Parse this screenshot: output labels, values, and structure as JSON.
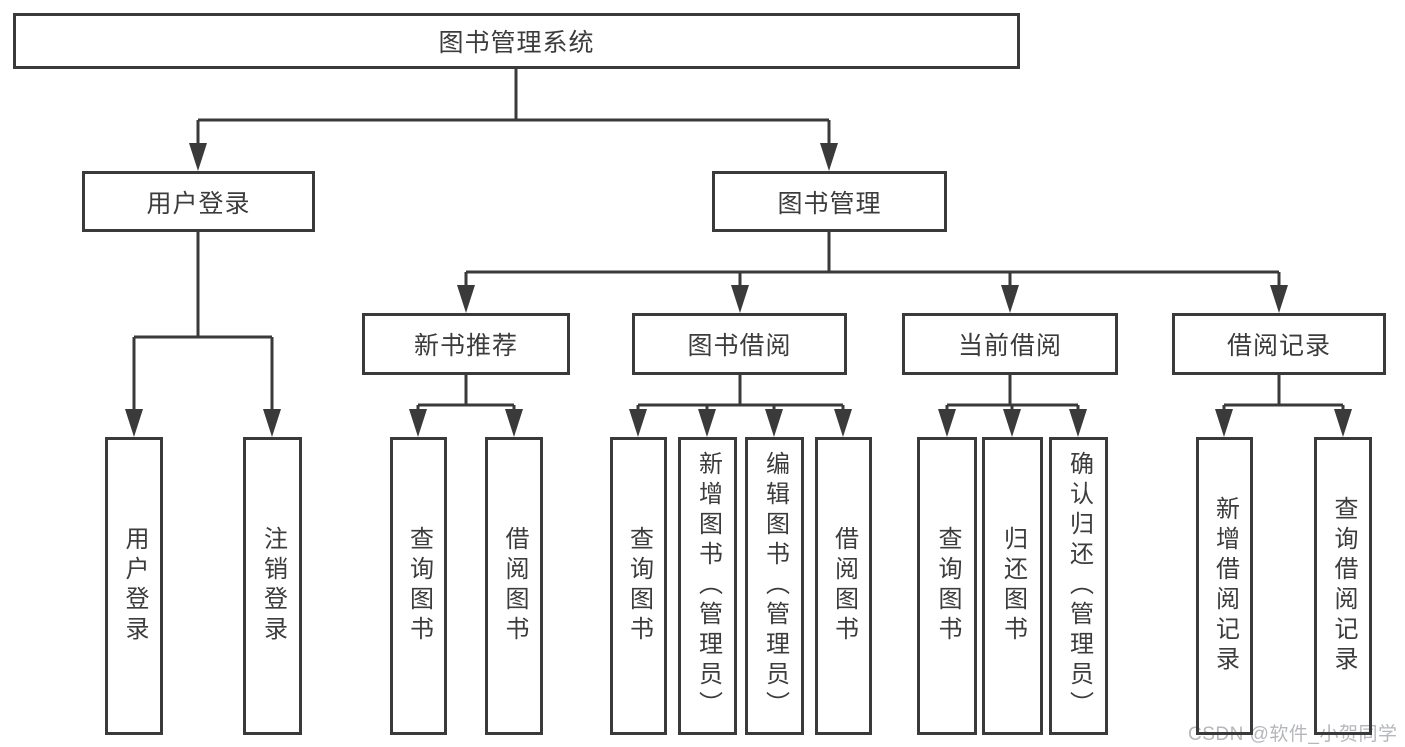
{
  "colors": {
    "line": "#3a3a3a",
    "text": "#3c3c3c",
    "watermark": "#b4b7bc",
    "background": "#ffffff"
  },
  "watermark": {
    "text": "CSDN @软件_小贺同学"
  },
  "tree": {
    "label": "图书管理系统",
    "children": [
      {
        "label": "用户登录",
        "children": [
          {
            "label": "用户登录"
          },
          {
            "label": "注销登录"
          }
        ]
      },
      {
        "label": "图书管理",
        "children": [
          {
            "label": "新书推荐",
            "children": [
              {
                "label": "查询图书"
              },
              {
                "label": "借阅图书"
              }
            ]
          },
          {
            "label": "图书借阅",
            "children": [
              {
                "label": "查询图书"
              },
              {
                "label": "新增图书（管理员）"
              },
              {
                "label": "编辑图书（管理员）"
              },
              {
                "label": "借阅图书"
              }
            ]
          },
          {
            "label": "当前借阅",
            "children": [
              {
                "label": "查询图书"
              },
              {
                "label": "归还图书"
              },
              {
                "label": "确认归还（管理员）"
              }
            ]
          },
          {
            "label": "借阅记录",
            "children": [
              {
                "label": "新增借阅记录"
              },
              {
                "label": "查询借阅记录"
              }
            ]
          }
        ]
      }
    ]
  }
}
